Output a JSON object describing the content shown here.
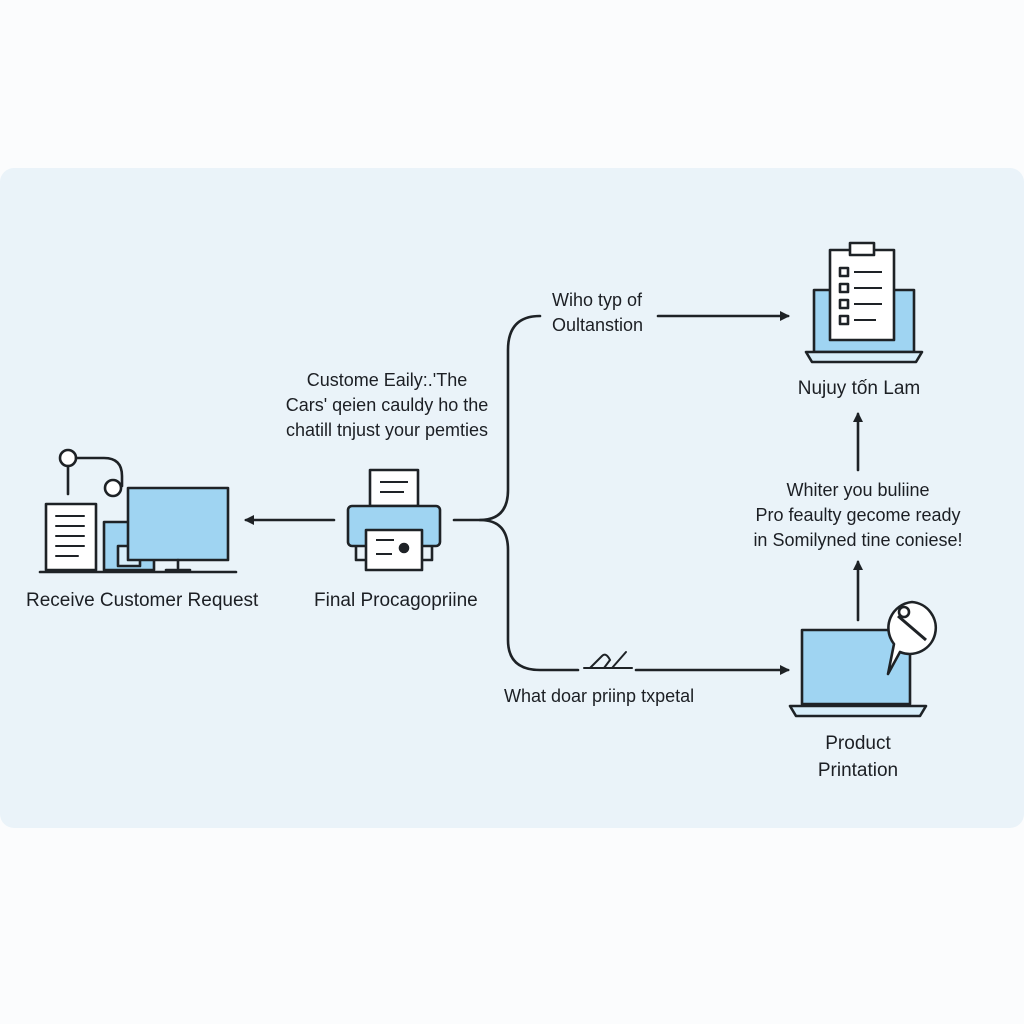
{
  "nodes": {
    "receive": {
      "label": "Receive Customer Request"
    },
    "final": {
      "label": "Final Procagopriine"
    },
    "top_right": {
      "label": "Nujuy tốn Lam"
    },
    "product": {
      "label_line1": "Product",
      "label_line2": "Printation"
    }
  },
  "notes": {
    "center_note": [
      "Custome Eaily:.'The",
      "Cars' qeien cauldy ho the",
      "chatill tnjust your pemties"
    ],
    "top_branch": [
      "Wiho typ of",
      "Oultanstion"
    ],
    "bottom_branch": "What doar priinp txpetal",
    "right_note": [
      "Whiter you buliine",
      "Pro feaulty gecome ready",
      "in Somilyned tine coniese!"
    ]
  },
  "colors": {
    "stroke": "#1e2226",
    "fill_accent": "#9fd4f2",
    "fill_light": "#d8eefa",
    "panel": "#eaf3f9"
  },
  "icons": [
    "document-icon",
    "monitor-icon",
    "printer-icon",
    "clipboard-icon",
    "laptop-icon",
    "pen-bubble-icon"
  ]
}
